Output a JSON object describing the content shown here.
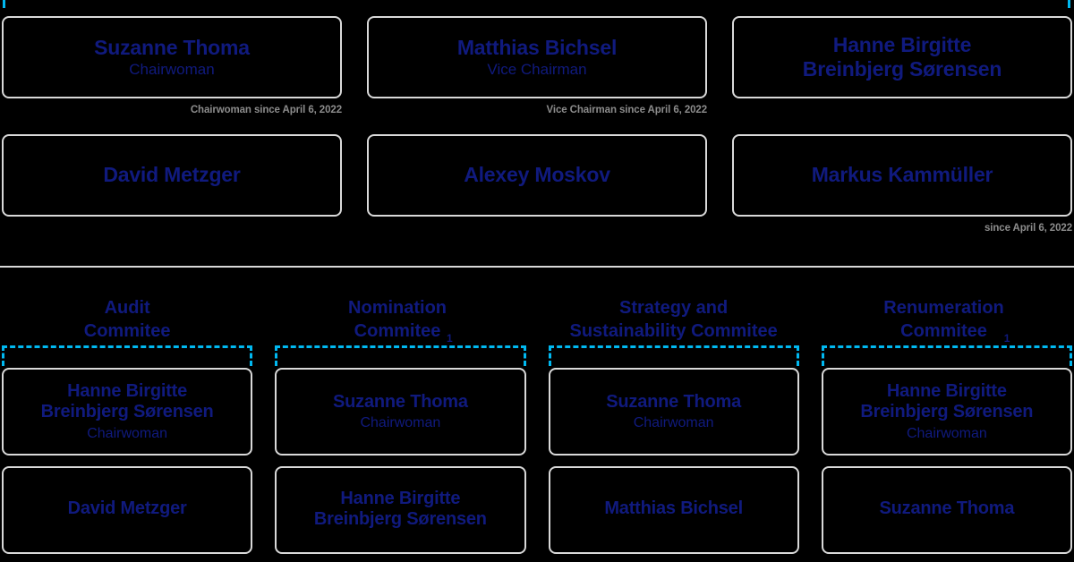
{
  "colors": {
    "background": "#000000",
    "card_border": "#d9d9d9",
    "name_text": "#101a7e",
    "caption_text": "#8c8c8c",
    "connector": "#00b8f0"
  },
  "board": {
    "row1": [
      {
        "name": "Suzanne Thoma",
        "role": "Chairwoman",
        "caption": "Chairwoman since April 6, 2022"
      },
      {
        "name": "Matthias Bichsel",
        "role": "Vice Chairman",
        "caption": "Vice Chairman since April 6, 2022"
      },
      {
        "name": "Hanne Birgitte\nBreinbjerg Sørensen",
        "role": "",
        "caption": ""
      }
    ],
    "row2": [
      {
        "name": "David Metzger",
        "role": "",
        "caption": ""
      },
      {
        "name": "Alexey Moskov",
        "role": "",
        "caption": ""
      },
      {
        "name": "Markus Kammüller",
        "role": "",
        "caption": "since April 6, 2022"
      }
    ]
  },
  "committees": [
    {
      "title": "Audit\nCommitee",
      "footnote": "",
      "members": [
        {
          "name": "Hanne Birgitte\nBreinbjerg Sørensen",
          "role": "Chairwoman"
        },
        {
          "name": "David Metzger",
          "role": ""
        }
      ]
    },
    {
      "title": "Nomination\nCommitee",
      "footnote": "1",
      "members": [
        {
          "name": "Suzanne Thoma",
          "role": "Chairwoman"
        },
        {
          "name": "Hanne Birgitte\nBreinbjerg Sørensen",
          "role": ""
        }
      ]
    },
    {
      "title": "Strategy and\nSustainability Commitee",
      "footnote": "",
      "members": [
        {
          "name": "Suzanne Thoma",
          "role": "Chairwoman"
        },
        {
          "name": "Matthias Bichsel",
          "role": ""
        }
      ]
    },
    {
      "title": "Renumeration\nCommitee",
      "footnote": "1",
      "members": [
        {
          "name": "Hanne Birgitte\nBreinbjerg Sørensen",
          "role": "Chairwoman"
        },
        {
          "name": "Suzanne Thoma",
          "role": ""
        }
      ]
    }
  ]
}
